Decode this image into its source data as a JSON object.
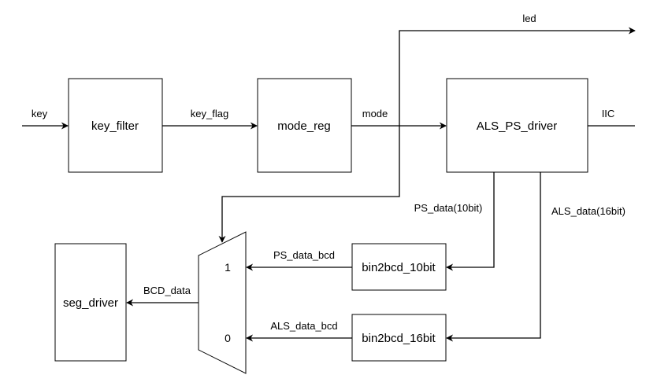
{
  "blocks": {
    "key_filter": "key_filter",
    "mode_reg": "mode_reg",
    "als_ps_driver": "ALS_PS_driver",
    "bin2bcd_10bit": "bin2bcd_10bit",
    "bin2bcd_16bit": "bin2bcd_16bit",
    "seg_driver": "seg_driver"
  },
  "mux": {
    "input_1": "1",
    "input_0": "0"
  },
  "signals": {
    "key": "key",
    "key_flag": "key_flag",
    "mode": "mode",
    "led": "led",
    "iic": "IIC",
    "ps_data": "PS_data(10bit)",
    "als_data": "ALS_data(16bit)",
    "ps_data_bcd": "PS_data_bcd",
    "als_data_bcd": "ALS_data_bcd",
    "bcd_data": "BCD_data"
  }
}
